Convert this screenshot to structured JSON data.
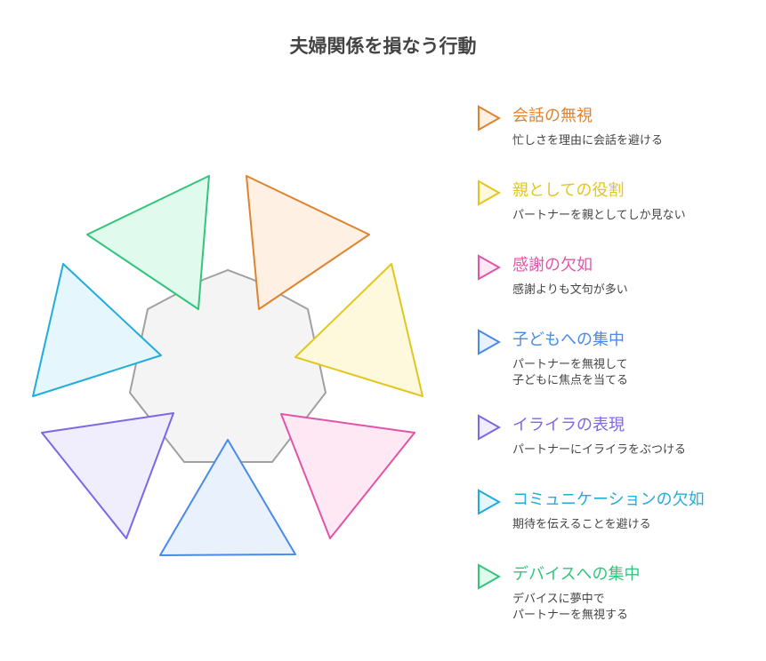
{
  "title": "夫婦関係を損なう行動",
  "items": [
    {
      "label": "会話の無視",
      "desc": "忙しさを理由に会話を避ける",
      "color": "#e0832f",
      "fill": "#fef0e3"
    },
    {
      "label": "親としての役割",
      "desc": "パートナーを親としてしか見ない",
      "color": "#e3c61d",
      "fill": "#fef9dc"
    },
    {
      "label": "感謝の欠如",
      "desc": "感謝よりも文句が多い",
      "color": "#e055a8",
      "fill": "#fde8f4"
    },
    {
      "label": "子どもへの集中",
      "desc": "パートナーを無視して\n子どもに焦点を当てる",
      "color": "#4a8ae6",
      "fill": "#e9f1fd"
    },
    {
      "label": "イライラの表現",
      "desc": "パートナーにイライラをぶつける",
      "color": "#7f66e6",
      "fill": "#f0eefd"
    },
    {
      "label": "コミュニケーションの欠如",
      "desc": "期待を伝えることを避ける",
      "color": "#22acd9",
      "fill": "#e5f6fc"
    },
    {
      "label": "デバイスへの集中",
      "desc": "デバイスに夢中で\nパートナーを無視する",
      "color": "#34c47c",
      "fill": "#e0faee"
    }
  ]
}
